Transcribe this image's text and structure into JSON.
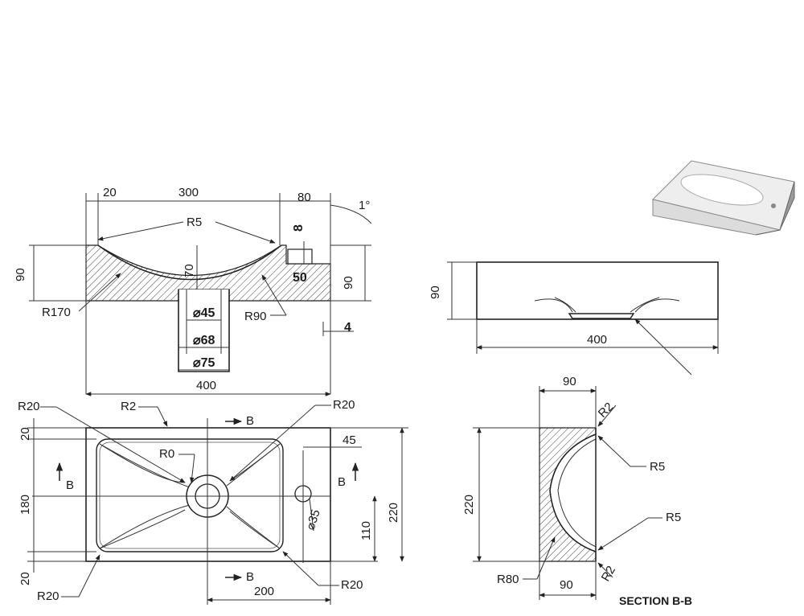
{
  "front_view": {
    "dim_top": [
      "20",
      "300",
      "80"
    ],
    "dim_angle": "1°",
    "radius_top": "R5",
    "dim_depth_slot": "8",
    "dim_slot_width": "50",
    "dim_height_left": "90",
    "dim_height_right": "90",
    "dim_bowl_depth": "70",
    "radius_left": "R170",
    "radius_right": "R90",
    "dim_d45": "⌀45",
    "dim_d68": "⌀68",
    "dim_d75": "⌀75",
    "dim_4": "4",
    "dim_overall": "400"
  },
  "side_view": {
    "dim_height": "90",
    "dim_width": "400"
  },
  "top_view": {
    "r20_tl": "R20",
    "r2": "R2",
    "r20_tr": "R20",
    "r0": "R0",
    "section_arrow_top": "B",
    "section_arrow_bottom": "B",
    "section_arrow_left": "B",
    "section_arrow_right": "B",
    "dim_20_top": "20",
    "dim_180": "180",
    "dim_20_bottom": "20",
    "dim_45": "45",
    "dim_d35": "⌀35",
    "dim_110": "110",
    "dim_220": "220",
    "dim_200": "200",
    "r20_bl": "R20",
    "r20_br": "R20"
  },
  "section_view": {
    "dim_90_top": "90",
    "r2_top": "R2",
    "r5_top": "R5",
    "dim_220": "220",
    "r5_bottom": "R5",
    "r80": "R80",
    "dim_90_bottom": "90",
    "r2_bottom": "R2",
    "title": "SECTION B-B"
  }
}
